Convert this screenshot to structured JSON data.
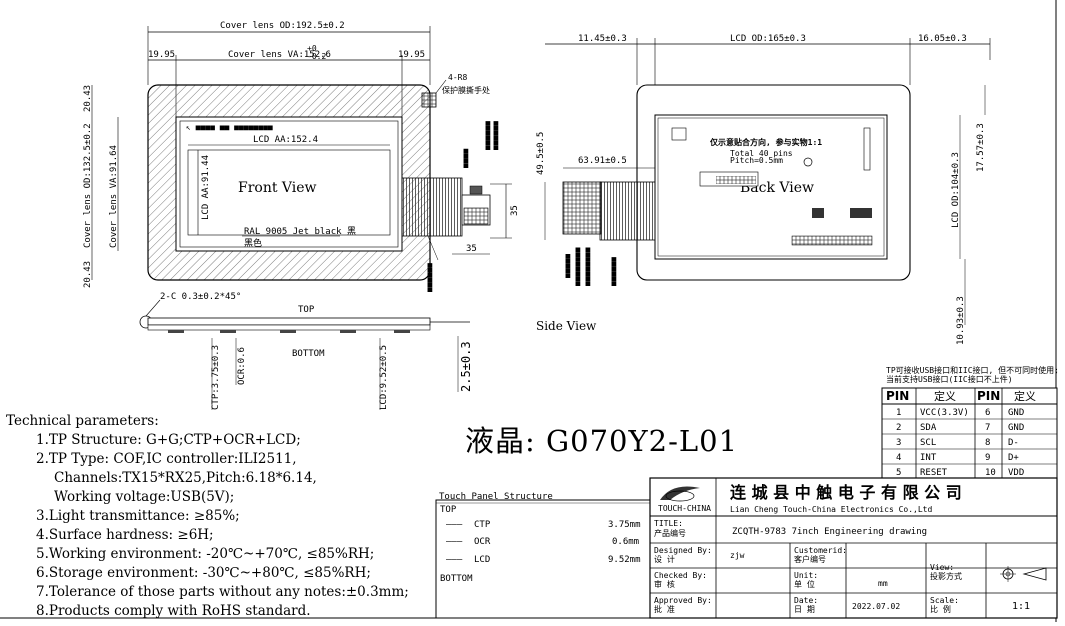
{
  "front_view": {
    "cover_od_w": "Cover lens OD:192.5±0.2",
    "cover_va_w": "Cover lens VA:152.6",
    "tol_va_sup": "+0",
    "tol_va_sub": "-0.2",
    "margin_left": "19.95",
    "margin_right": "19.95",
    "cover_od_h": "Cover lens OD:132.5±0.2",
    "cover_va_h": "Cover lens VA:91.64",
    "margin_top": "20.43",
    "margin_bottom": "20.43",
    "lcd_aa_w": "LCD AA:152.4",
    "lcd_aa_h": "LCD AA:91.44",
    "label": "Front View",
    "ink_note": "RAL 9005 Jet black 黑",
    "ink_note2": "黑色",
    "fpc_dim_h": "35",
    "fpc_dim_w": "35",
    "chamfer": "2-C 0.3±0.2*45°",
    "top_label": "TOP",
    "bottom_label": "BOTTOM",
    "film_label": "保护膜撕手处",
    "corner_mark": "4-R8"
  },
  "side_dims": {
    "ctp": "CTP:3.75±0.3",
    "ocr": "OCR:0.6",
    "lcd": "LCD:9.52±0.5",
    "total": "2.5±0.3",
    "label": "Side View"
  },
  "back_view": {
    "left_margin": "11.45±0.3",
    "lcd_od_w": "LCD OD:165±0.3",
    "right_margin": "16.05±0.3",
    "fpc_h": "49.5±0.5",
    "fpc_w": "63.91±0.5",
    "lcd_od_h": "LCD OD:104±0.3",
    "top_margin": "17.57±0.3",
    "bottom_margin": "10.93±0.3",
    "label": "Back View",
    "note": "仅示意贴合方向, 参与实物1:1"
  },
  "pin_table": {
    "note1": "TP可接收USB接口和IIC接口, 但不可同时使用;",
    "note2": "当前支持USB接口(IIC接口不上件)",
    "headers": [
      "PIN",
      "定义",
      "PIN",
      "定义"
    ],
    "rows": [
      [
        "1",
        "VCC(3.3V)",
        "6",
        "GND"
      ],
      [
        "2",
        "SDA",
        "7",
        "GND"
      ],
      [
        "3",
        "SCL",
        "8",
        "D-"
      ],
      [
        "4",
        "INT",
        "9",
        "D+"
      ],
      [
        "5",
        "RESET",
        "10",
        "VDD"
      ]
    ]
  },
  "product_title": "液晶: G070Y2-L01",
  "tech": {
    "heading": "Technical parameters:",
    "items": [
      "1.TP Structure: G+G;CTP+OCR+LCD;",
      "2.TP Type: COF,IC controller:ILI2511,",
      "Channels:TX15*RX25,Pitch:6.18*6.14,",
      "Working voltage:USB(5V);",
      "3.Light transmittance: ≥85%;",
      "4.Surface hardness: ≥6H;",
      "5.Working environment: -20℃~+70℃, ≤85%RH;",
      "6.Storage environment: -30℃~+80℃, ≤85%RH;",
      "7.Tolerance of those parts without any notes:±0.3mm;",
      "8.Products comply with RoHS standard."
    ]
  },
  "structure": {
    "title": "Touch Panel Structure",
    "top": "TOP",
    "bottom": "BOTTOM",
    "layers": [
      {
        "name": "CTP",
        "value": "3.75mm"
      },
      {
        "name": "OCR",
        "value": "0.6mm"
      },
      {
        "name": "LCD",
        "value": "9.52mm"
      }
    ]
  },
  "title_block": {
    "company_cn": "连 城 县 中 触 电 子 有 限 公 司",
    "company_en": "Lian Cheng Touch-China Electronics Co.,Ltd",
    "logo_text": "TOUCH-CHINA",
    "title_label": "TITLE:",
    "title_label_cn": "产品编号",
    "title_value": "ZCQTH-9783 7inch Engineering drawing",
    "designed_label": "Designed By:",
    "designed_label_cn": "设 计",
    "designed_value": "zjw",
    "customer_label": "Customerid:",
    "customer_label_cn": "客户编号",
    "checked_label": "Checked By:",
    "checked_label_cn": "审 核",
    "unit_label": "Unit:",
    "unit_label_cn": "单 位",
    "unit_value": "mm",
    "view_label": "View:",
    "view_label_cn": "投影方式",
    "approved_label": "Approved By:",
    "approved_label_cn": "批 准",
    "date_label": "Date:",
    "date_label_cn": "日 期",
    "date_value": "2022.07.02",
    "scale_label": "Scale:",
    "scale_label_cn": "比 例",
    "scale_value": "1:1"
  }
}
